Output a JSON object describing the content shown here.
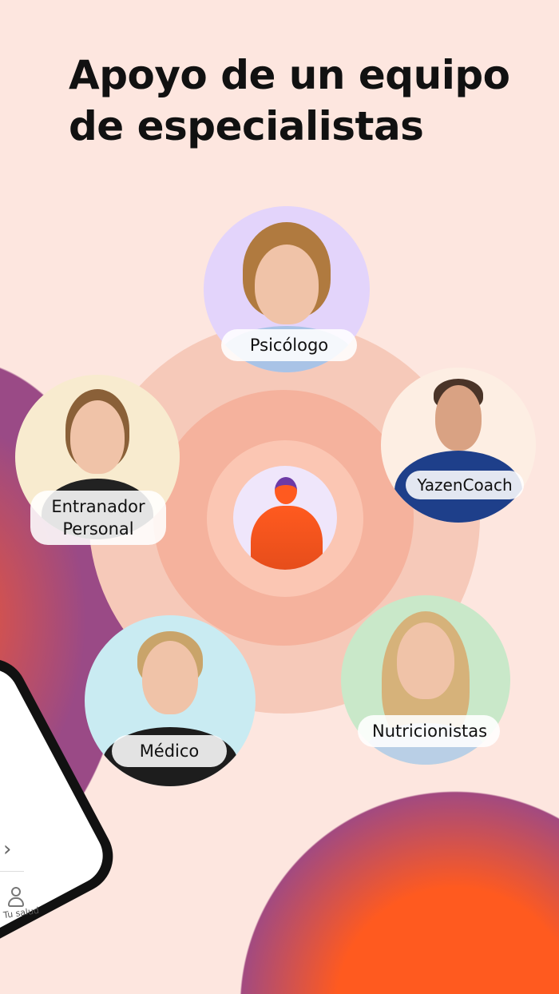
{
  "header": {
    "title_line1": "Apoyo de un equipo",
    "title_line2": "de especialistas"
  },
  "specialists": [
    {
      "label": "Psicólogo",
      "bg": "#e3d4fb"
    },
    {
      "label_line1": "Entranador",
      "label_line2": "Personal",
      "bg": "#f8ebcf"
    },
    {
      "label": "YazenCoach",
      "bg": "#fdeee3"
    },
    {
      "label": "Médico",
      "bg": "#c9ebf2"
    },
    {
      "label": "Nutricionistas",
      "bg": "#c9e8c9"
    }
  ],
  "phone": {
    "nav_label": "Tu salud",
    "chevron": "chevron-right-icon",
    "nav_icon": "person-icon"
  },
  "colors": {
    "background": "#fde6df",
    "accent": "#ff5a1f",
    "purple": "#9a4a86"
  }
}
